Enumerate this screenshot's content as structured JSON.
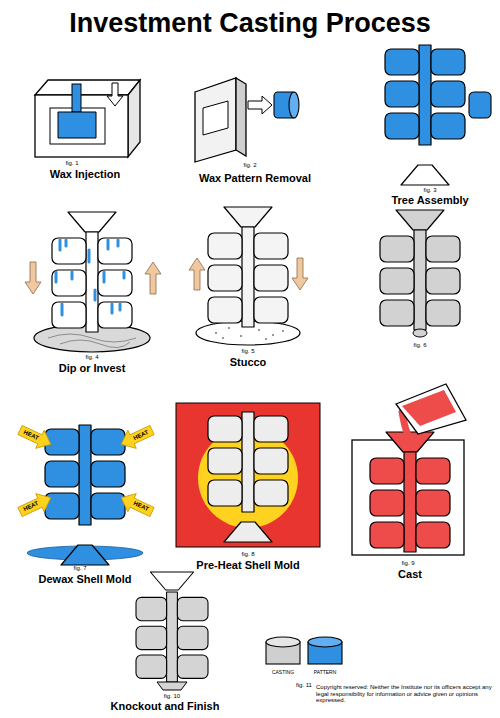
{
  "diagram": {
    "title": "Investment Casting Process",
    "labels": [
      "fig. 1",
      "Wax Injection",
      "fig. 2",
      "Wax Pattern Removal",
      "fig. 3",
      "Tree Assembly",
      "fig. 4",
      "Dip or Invest",
      "fig. 5",
      "Stucco",
      "fig. 6",
      "HEAT",
      "HEAT",
      "HEAT",
      "HEAT",
      "fig. 7",
      "Dewax Shell Mold",
      "fig. 8",
      "Pre-Heat Shell Mold",
      "fig. 9",
      "Cast",
      "fig. 10",
      "Knockout and Finish",
      "CASTING",
      "PATTERN",
      "fig. 11",
      "Copyright reserved: Neither the Institute nor its officers accept any legal responsibility for information or advice given or opinions expressed."
    ]
  }
}
